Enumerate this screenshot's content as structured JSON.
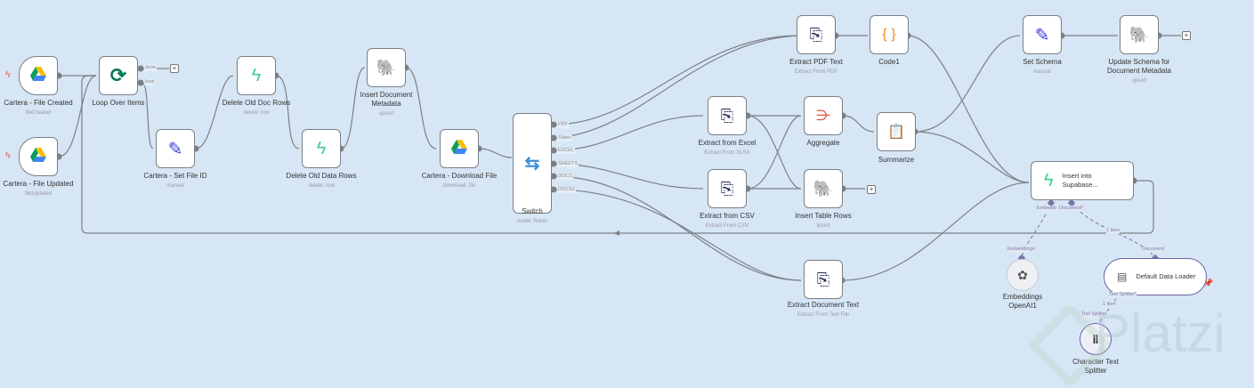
{
  "canvas": {
    "background": "#d6e6f5"
  },
  "nodes": {
    "file_created": {
      "title": "Cartera - File Created",
      "subtitle": "fileCreated",
      "icon": "google-drive-icon"
    },
    "file_updated": {
      "title": "Cartera - File Updated",
      "subtitle": "fileUpdated",
      "icon": "google-drive-icon"
    },
    "loop": {
      "title": "Loop Over Items",
      "subtitle": "",
      "icon": "loop-icon",
      "outputs": [
        "done",
        "loop"
      ]
    },
    "set_file_id": {
      "title": "Cartera - Set File ID",
      "subtitle": "manual",
      "icon": "pencil-icon"
    },
    "delete_doc_rows": {
      "title": "Delete Old Doc Rows",
      "subtitle": "delete: row",
      "icon": "supabase-icon"
    },
    "delete_data_rows": {
      "title": "Delete Old Data Rows",
      "subtitle": "delete: row",
      "icon": "supabase-icon"
    },
    "insert_doc_meta": {
      "title": "Insert Document Metadata",
      "subtitle": "upsert",
      "icon": "postgres-icon"
    },
    "download_file": {
      "title": "Cartera - Download File",
      "subtitle": "download: file",
      "icon": "google-drive-icon"
    },
    "switch": {
      "title": "Switch",
      "subtitle": "mode: Rules",
      "icon": "signpost-icon",
      "outputs": [
        "PDF",
        "Slides",
        "EXCEL",
        "SHEETS",
        "DOCS",
        "DOCS2"
      ]
    },
    "extract_pdf": {
      "title": "Extract PDF Text",
      "subtitle": "Extract From PDF",
      "icon": "extract-file-icon"
    },
    "code1": {
      "title": "Code1",
      "subtitle": "",
      "icon": "code-braces-icon"
    },
    "extract_excel": {
      "title": "Extract from Excel",
      "subtitle": "Extract From XLSX",
      "icon": "extract-file-icon"
    },
    "aggregate": {
      "title": "Aggregate",
      "subtitle": "",
      "icon": "aggregate-icon"
    },
    "summarize": {
      "title": "Summarize",
      "subtitle": "",
      "icon": "clipboard-icon"
    },
    "extract_csv": {
      "title": "Extract from CSV",
      "subtitle": "Extract From CSV",
      "icon": "extract-file-icon"
    },
    "insert_table_rows": {
      "title": "Insert Table Rows",
      "subtitle": "insert",
      "icon": "postgres-icon"
    },
    "extract_doc_text": {
      "title": "Extract Document Text",
      "subtitle": "Extract From Text File",
      "icon": "extract-file-icon"
    },
    "set_schema": {
      "title": "Set Schema",
      "subtitle": "manual",
      "icon": "pencil-icon"
    },
    "update_schema": {
      "title": "Update Schema for Document Metadata",
      "subtitle": "upsert",
      "icon": "postgres-icon"
    },
    "insert_supabase": {
      "title": "Insert into Supabase...",
      "icon": "supabase-icon",
      "inputs": [
        "Embeddi",
        "Document"
      ]
    },
    "embeddings": {
      "title": "Embeddings OpenAI1",
      "icon": "openai-icon",
      "port": "Embeddings"
    },
    "data_loader": {
      "title": "Default Data Loader",
      "icon": "document-icon",
      "port_in": "Document",
      "port_out": "Text Splitter"
    },
    "text_splitter": {
      "title": "Character Text Splitter",
      "icon": "text-splitter-icon",
      "port": "Text Splitter"
    }
  },
  "edge_labels": {
    "item1": "1 item",
    "item2": "1 item"
  },
  "watermark": "Platzi"
}
